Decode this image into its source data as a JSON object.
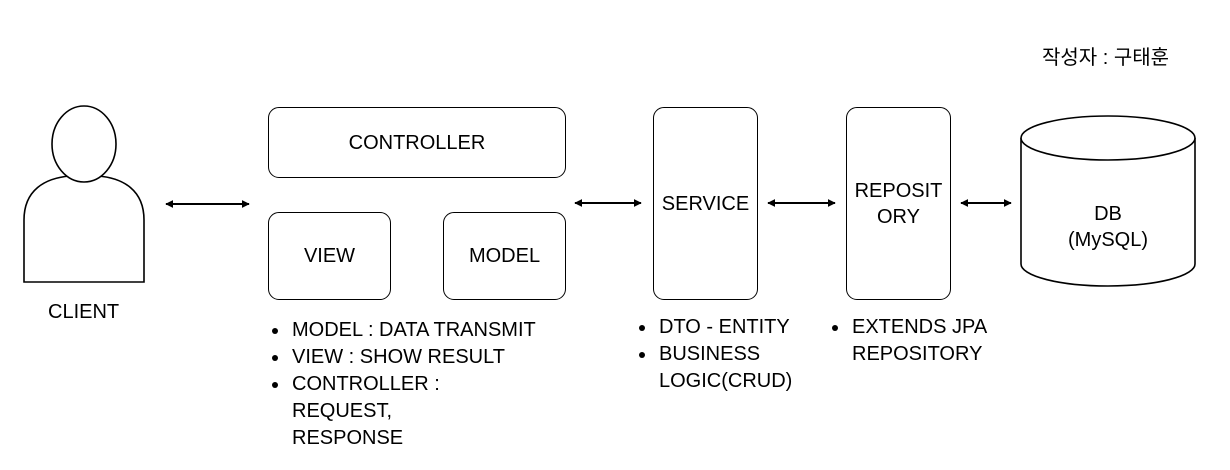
{
  "author": "작성자 : 구태훈",
  "client": {
    "label": "CLIENT"
  },
  "controller": {
    "label": "CONTROLLER",
    "view_label": "VIEW",
    "model_label": "MODEL",
    "notes": [
      "MODEL : DATA TRANSMIT",
      "VIEW : SHOW RESULT",
      "CONTROLLER : REQUEST, RESPONSE"
    ]
  },
  "service": {
    "label": "SERVICE",
    "notes": [
      "DTO - ENTITY",
      "BUSINESS LOGIC(CRUD)"
    ]
  },
  "repository": {
    "label": "REPOSIT ORY",
    "notes": [
      "EXTENDS JPA REPOSITORY"
    ]
  },
  "db": {
    "line1": "DB",
    "line2": "(MySQL)"
  },
  "colors": {
    "stroke": "#000000",
    "fill": "#ffffff"
  }
}
